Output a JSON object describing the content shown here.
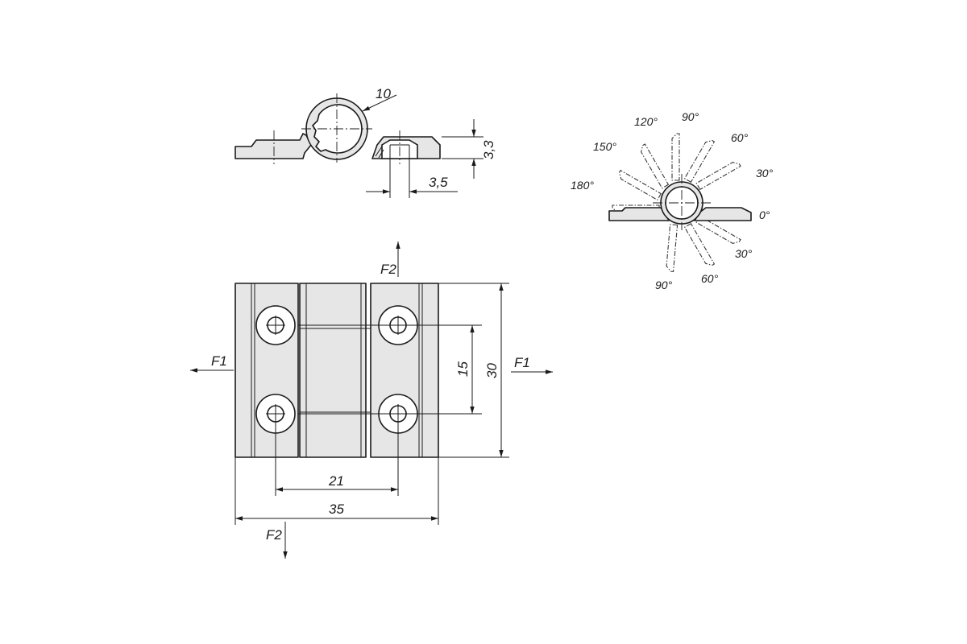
{
  "side_view": {
    "radius_label": "10",
    "height_label": "3,3",
    "hole_label": "3,5"
  },
  "rotation_view": {
    "angles_upper": [
      "120°",
      "90°",
      "60°",
      "150°",
      "30°",
      "180°",
      "0°"
    ],
    "angles_lower": [
      "30°",
      "60°",
      "90°"
    ]
  },
  "plan_view": {
    "force_f1": "F1",
    "force_f2": "F2",
    "dim_hole_spacing_v": "15",
    "dim_height": "30",
    "dim_hole_spacing_h": "21",
    "dim_width": "35"
  }
}
